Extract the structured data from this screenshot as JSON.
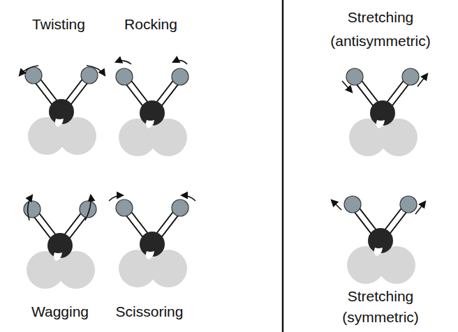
{
  "diagram": {
    "labels": [
      "Twisting",
      "Rocking",
      "Stretching (antisymmetric)",
      "Wagging",
      "Scissoring",
      "Stretching (symmetric)"
    ]
  }
}
